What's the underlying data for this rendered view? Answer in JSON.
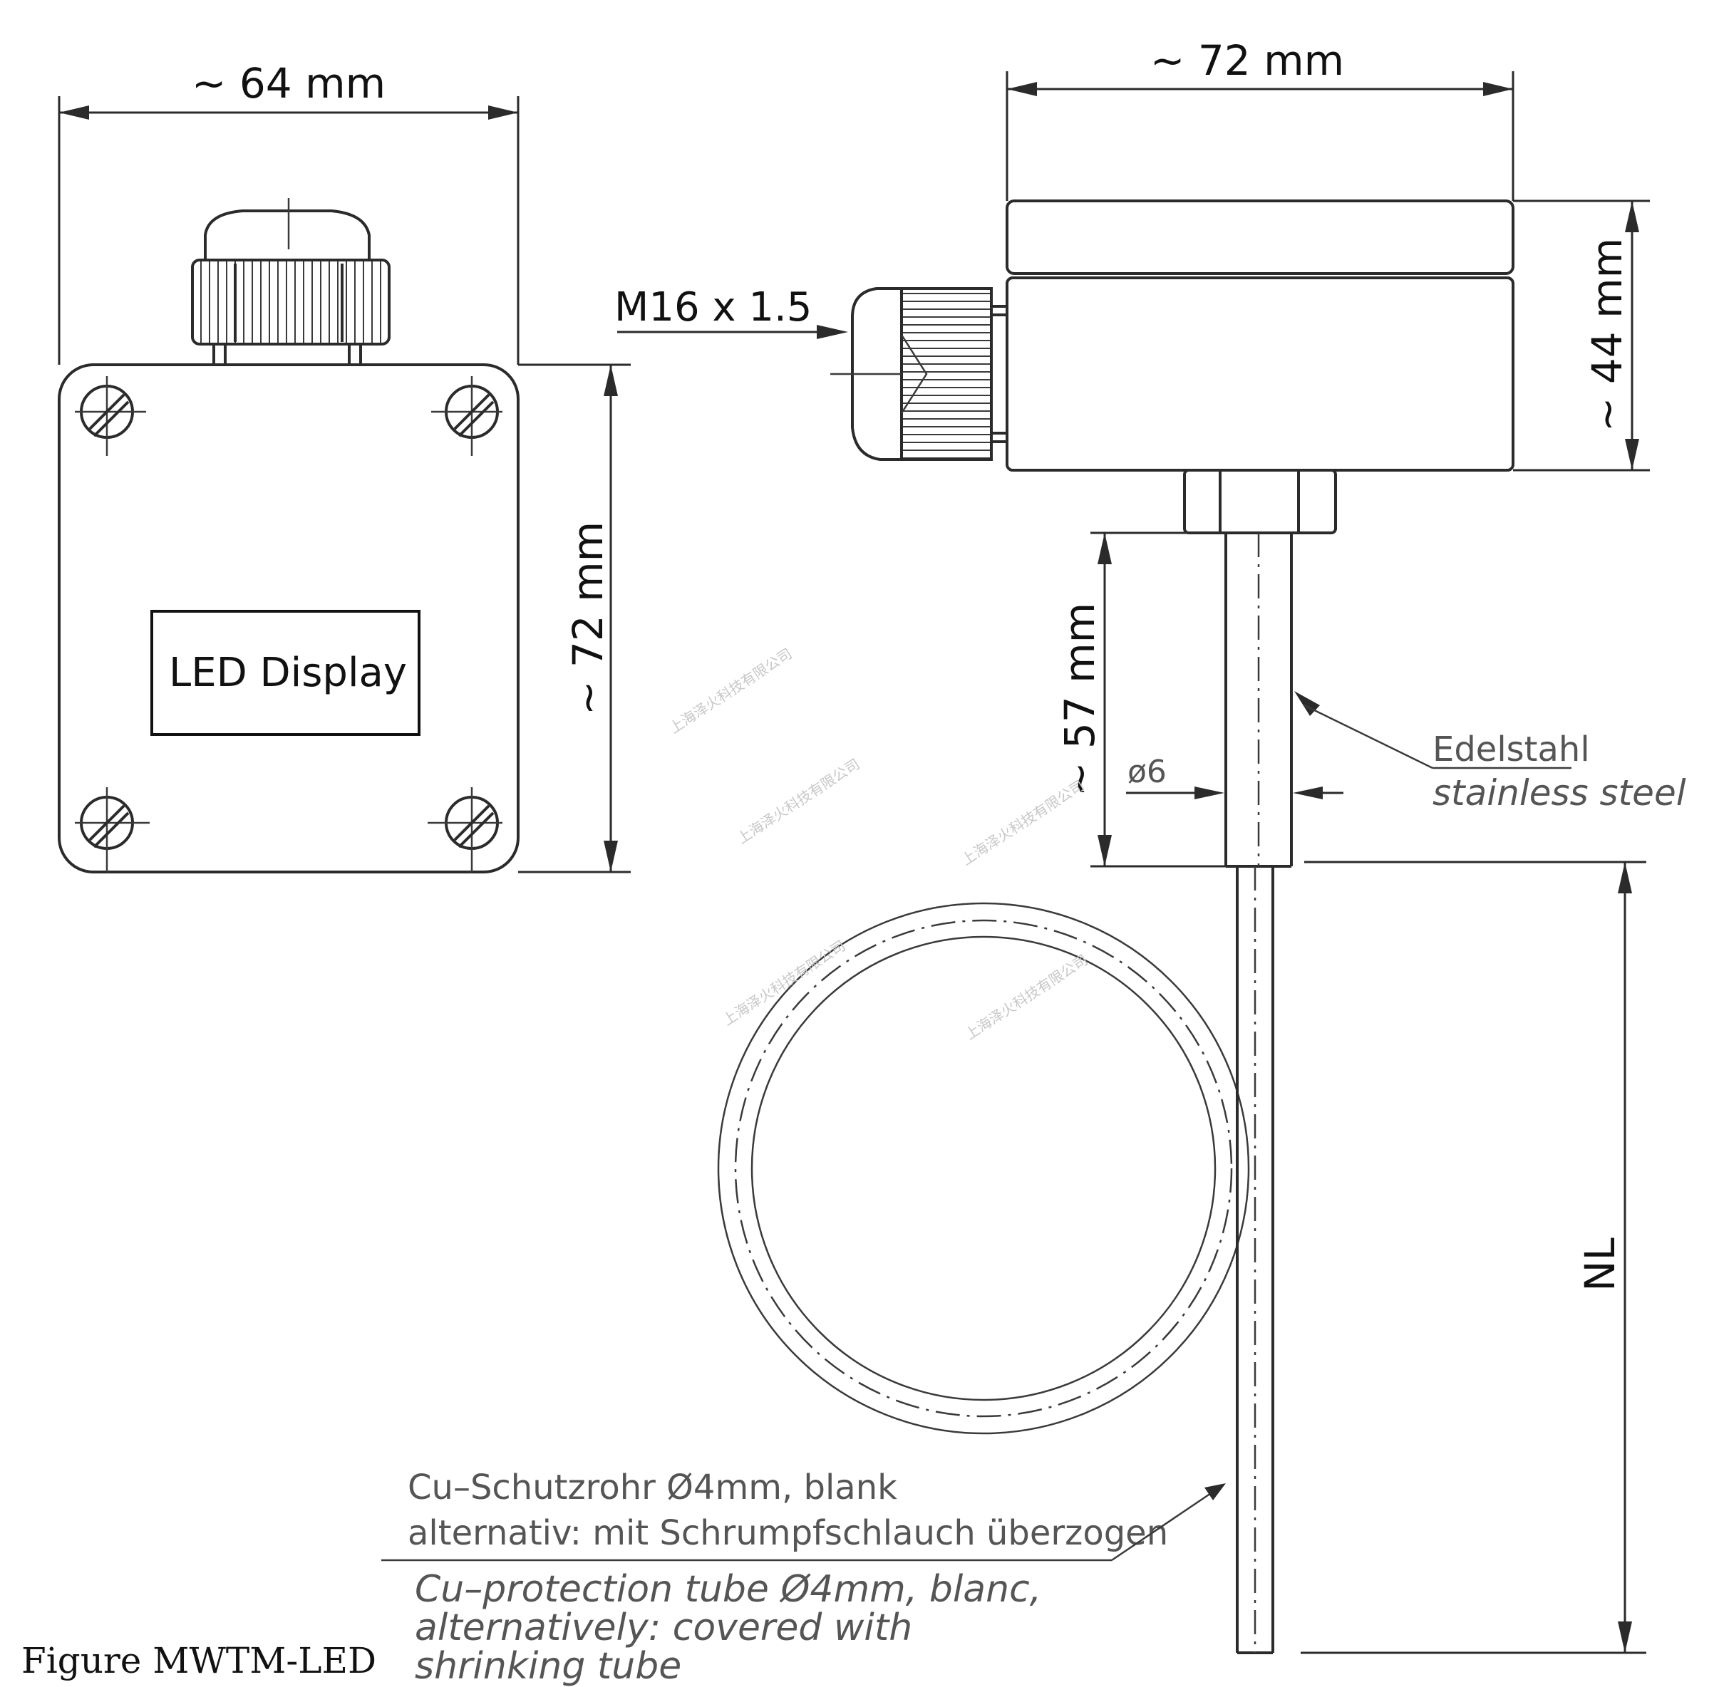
{
  "front_view": {
    "width_label": "~ 64 mm",
    "height_label": "~ 72 mm",
    "display_label": "LED Display"
  },
  "side_view": {
    "width_label": "~ 72 mm",
    "height_label": "~ 44 mm",
    "thread_label": "M16 x 1.5",
    "tube_length_label": "~ 57 mm",
    "diameter_label": "ø6",
    "material_de": "Edelstahl",
    "material_en": "stainless steel",
    "nominal_length_label": "NL"
  },
  "notes": {
    "de_line1": "Cu–Schutzrohr Ø4mm, blank",
    "de_line2": "alternativ: mit Schrumpfschlauch überzogen",
    "en_line1": "Cu–protection tube Ø4mm, blanc,",
    "en_line2": "alternatively: covered with",
    "en_line3": "shrinking tube"
  },
  "caption": "Figure MWTM-LED",
  "watermark": "上海泽火科技有限公司"
}
